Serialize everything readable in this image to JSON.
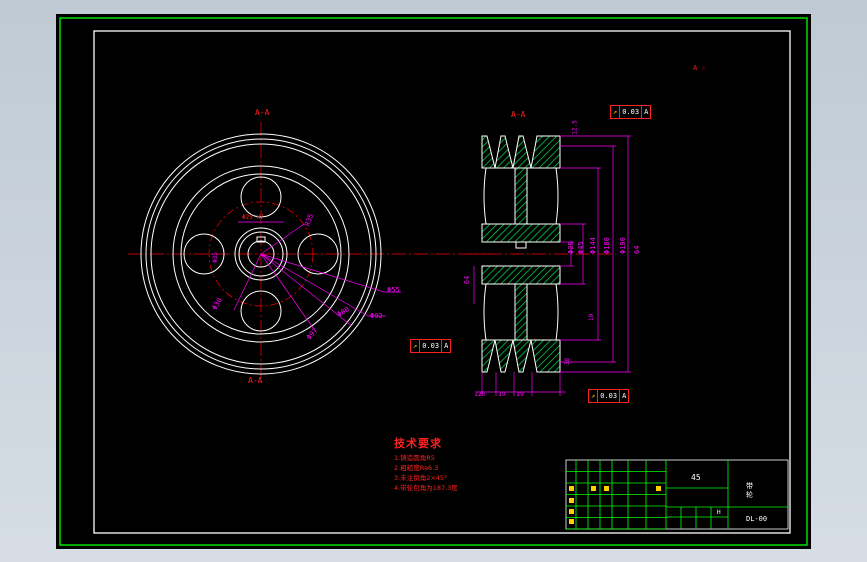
{
  "colors": {
    "background": "#000000",
    "frame": "#00ff00",
    "border": "#ffffff",
    "centerline": "#ff0000",
    "dimension": "#ff00ff",
    "hatch": "#00cc44",
    "text_red": "#ff2020",
    "tolerance": "#ff2020",
    "title_block_lines": "#00ff00"
  },
  "front_view": {
    "section_label": "A-A",
    "section_label_bottom": "A-A",
    "dims": {
      "d_small": "Φ30",
      "d_hole": "Φ35",
      "d_circle": "Φ55",
      "d_mid": "Φ80",
      "d_inner": "Φ97",
      "d_large": "Φ92",
      "r_label": "R35",
      "key_label": "Φ25 H7"
    }
  },
  "section_view": {
    "section_label": "A-A",
    "left_dim": "64",
    "bottom_dims": [
      "125",
      "19",
      "19"
    ],
    "right_dims": [
      "Φ25",
      "Φ45",
      "Φ144",
      "Φ180",
      "Φ190",
      "64"
    ],
    "top_small": "12.5",
    "vertical_small": [
      "38",
      "19"
    ]
  },
  "annotation": {
    "corner": "A ☆"
  },
  "tolerances": [
    {
      "symbol": "↗",
      "value": "0.03",
      "datum": "A"
    },
    {
      "symbol": "↗",
      "value": "0.03",
      "datum": "A"
    },
    {
      "symbol": "↗",
      "value": "0.03",
      "datum": "A"
    }
  ],
  "tech_req": {
    "title": "技术要求",
    "lines": [
      "1.铸造圆角R5",
      "2.粗糙度Ra6.3",
      "3.未注倒角2×45°",
      "4.带轮包角为187.3度"
    ]
  },
  "title_block": {
    "material": "45",
    "part_name": "带轮",
    "drawing_number": "DL-00",
    "sheet_mark": "H"
  }
}
